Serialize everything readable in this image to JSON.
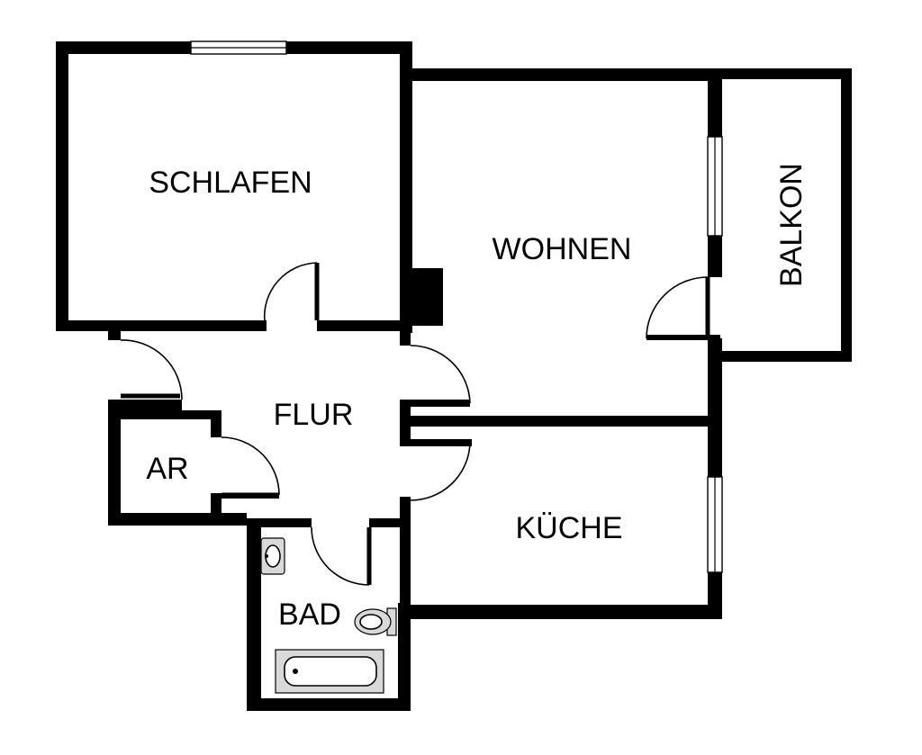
{
  "rooms": {
    "schlafen": "SCHLAFEN",
    "wohnen": "WOHNEN",
    "balkon": "BALKON",
    "flur": "FLUR",
    "ar": "AR",
    "kueche": "KÜCHE",
    "bad": "BAD"
  },
  "colors": {
    "wall": "#000000",
    "background": "#ffffff",
    "fixture_fill": "#d9d9d9"
  }
}
